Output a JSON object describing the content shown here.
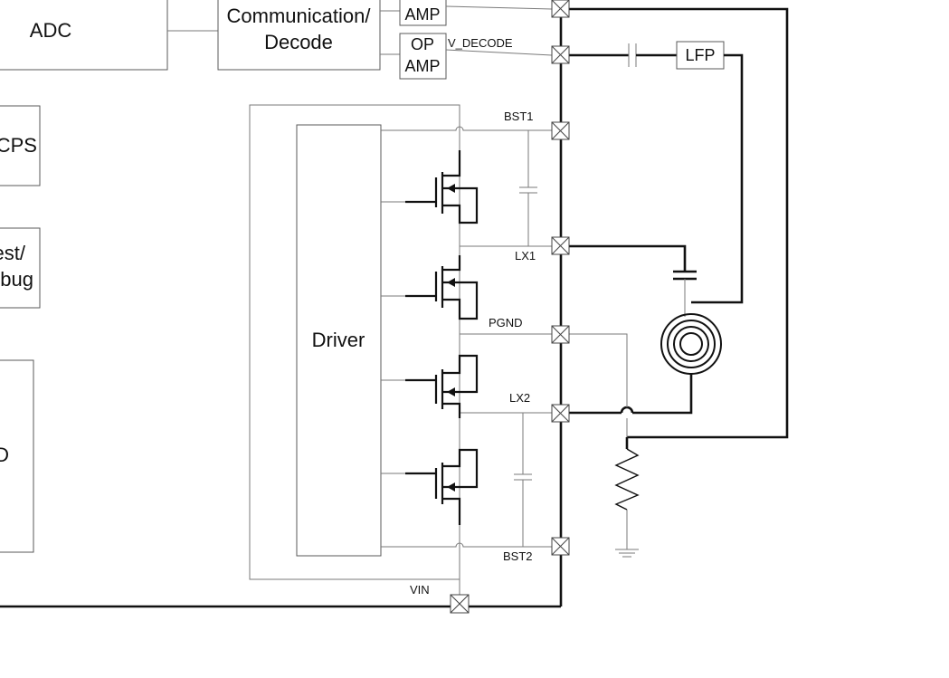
{
  "blocks": {
    "adc": "ADC",
    "comm_line1": "Communication/",
    "comm_line2": "Decode",
    "amp_top": "AMP",
    "op_amp_line1": "OP",
    "op_amp_line2": "AMP",
    "cps": "CPS",
    "test_line1": "est/",
    "test_line2": "bug",
    "left_cut": "D",
    "driver": "Driver",
    "lfp": "LFP"
  },
  "pins": {
    "v_decode": "V_DECODE",
    "bst1": "BST1",
    "lx1": "LX1",
    "pgnd": "PGND",
    "lx2": "LX2",
    "bst2": "BST2",
    "vin": "VIN"
  }
}
